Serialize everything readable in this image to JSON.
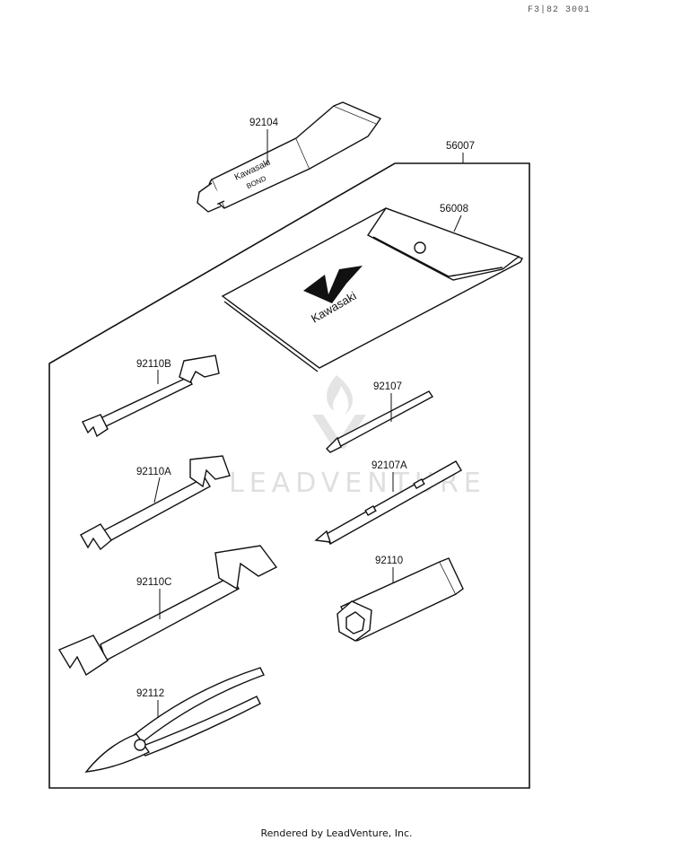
{
  "document": {
    "corner_code": "F3|82 3001",
    "footer": "Rendered by LeadVenture, Inc."
  },
  "watermark": {
    "text": "LEADVENTURE"
  },
  "parts": [
    {
      "id": "92104",
      "name": "bond-tube"
    },
    {
      "id": "56007",
      "name": "tool-kit-set"
    },
    {
      "id": "56008",
      "name": "tool-pouch"
    },
    {
      "id": "92110B",
      "name": "small-wrench"
    },
    {
      "id": "92110A",
      "name": "medium-wrench"
    },
    {
      "id": "92110C",
      "name": "large-wrench"
    },
    {
      "id": "92112",
      "name": "pliers"
    },
    {
      "id": "92107",
      "name": "phillips-screwdriver"
    },
    {
      "id": "92107A",
      "name": "screwdriver-handle"
    },
    {
      "id": "92110",
      "name": "box-wrench"
    }
  ],
  "tube_text": {
    "brand": "Kawasaki",
    "product": "BOND"
  },
  "pouch_text": {
    "brand": "Kawasaki"
  }
}
